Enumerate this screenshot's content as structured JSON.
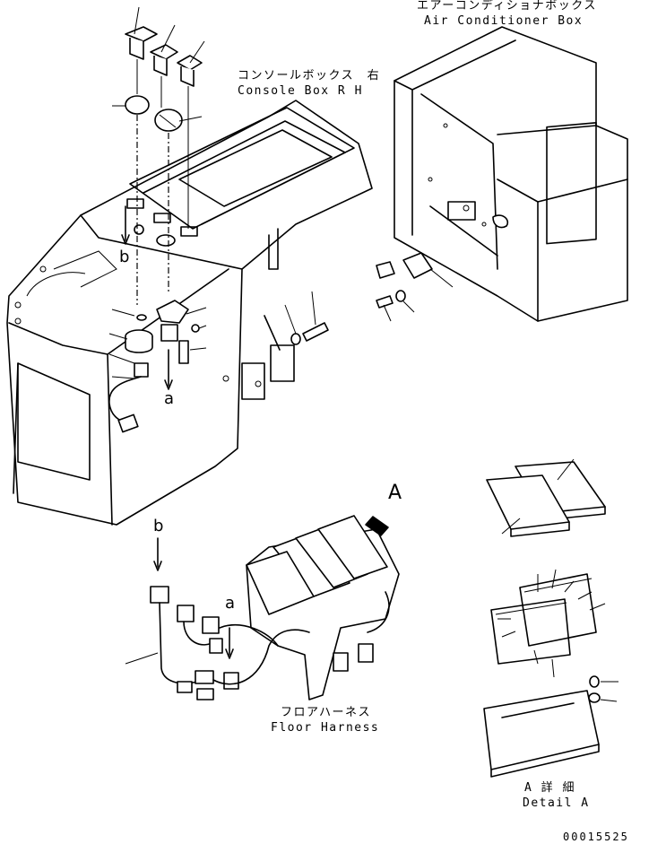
{
  "labels": {
    "aircon_jp": "エアーコンディショナボックス",
    "aircon_en": "Air Conditioner Box",
    "console_jp": "コンソールボックス　右",
    "console_en": "Console Box R H",
    "floor_jp": "フロアハーネス",
    "floor_en": "Floor Harness",
    "detail_jp": "A 詳 細",
    "detail_en": "Detail A",
    "view_a": "A",
    "ref_b_top": "b",
    "ref_a_top": "a",
    "ref_b_bottom": "b",
    "ref_a_bottom": "a",
    "drawing_number": "00015525"
  }
}
